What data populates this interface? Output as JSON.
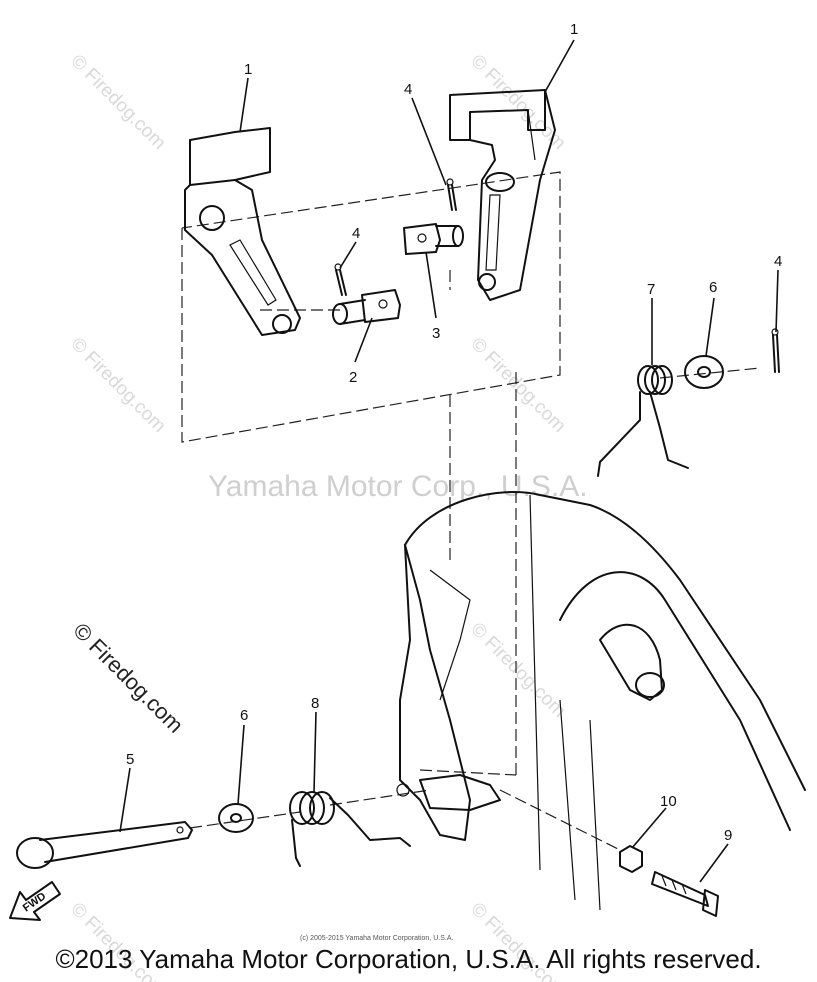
{
  "callouts": {
    "c1a": "1",
    "c1b": "1",
    "c2": "2",
    "c3": "3",
    "c4a": "4",
    "c4b": "4",
    "c4c": "4",
    "c5": "5",
    "c6a": "6",
    "c6b": "6",
    "c7": "7",
    "c8": "8",
    "c9": "9",
    "c10": "10"
  },
  "watermarks": {
    "main": "Yamaha Motor Corp., U.S.A.",
    "firedog": "© Firedog.com",
    "side": "© Firedog.com"
  },
  "fwd_label": "FWD",
  "small_copyright": "(c) 2005-2015 Yamaha Motor Corporation, U.S.A.",
  "copyright": "©2013 Yamaha Motor Corporation, U.S.A. All rights reserved."
}
